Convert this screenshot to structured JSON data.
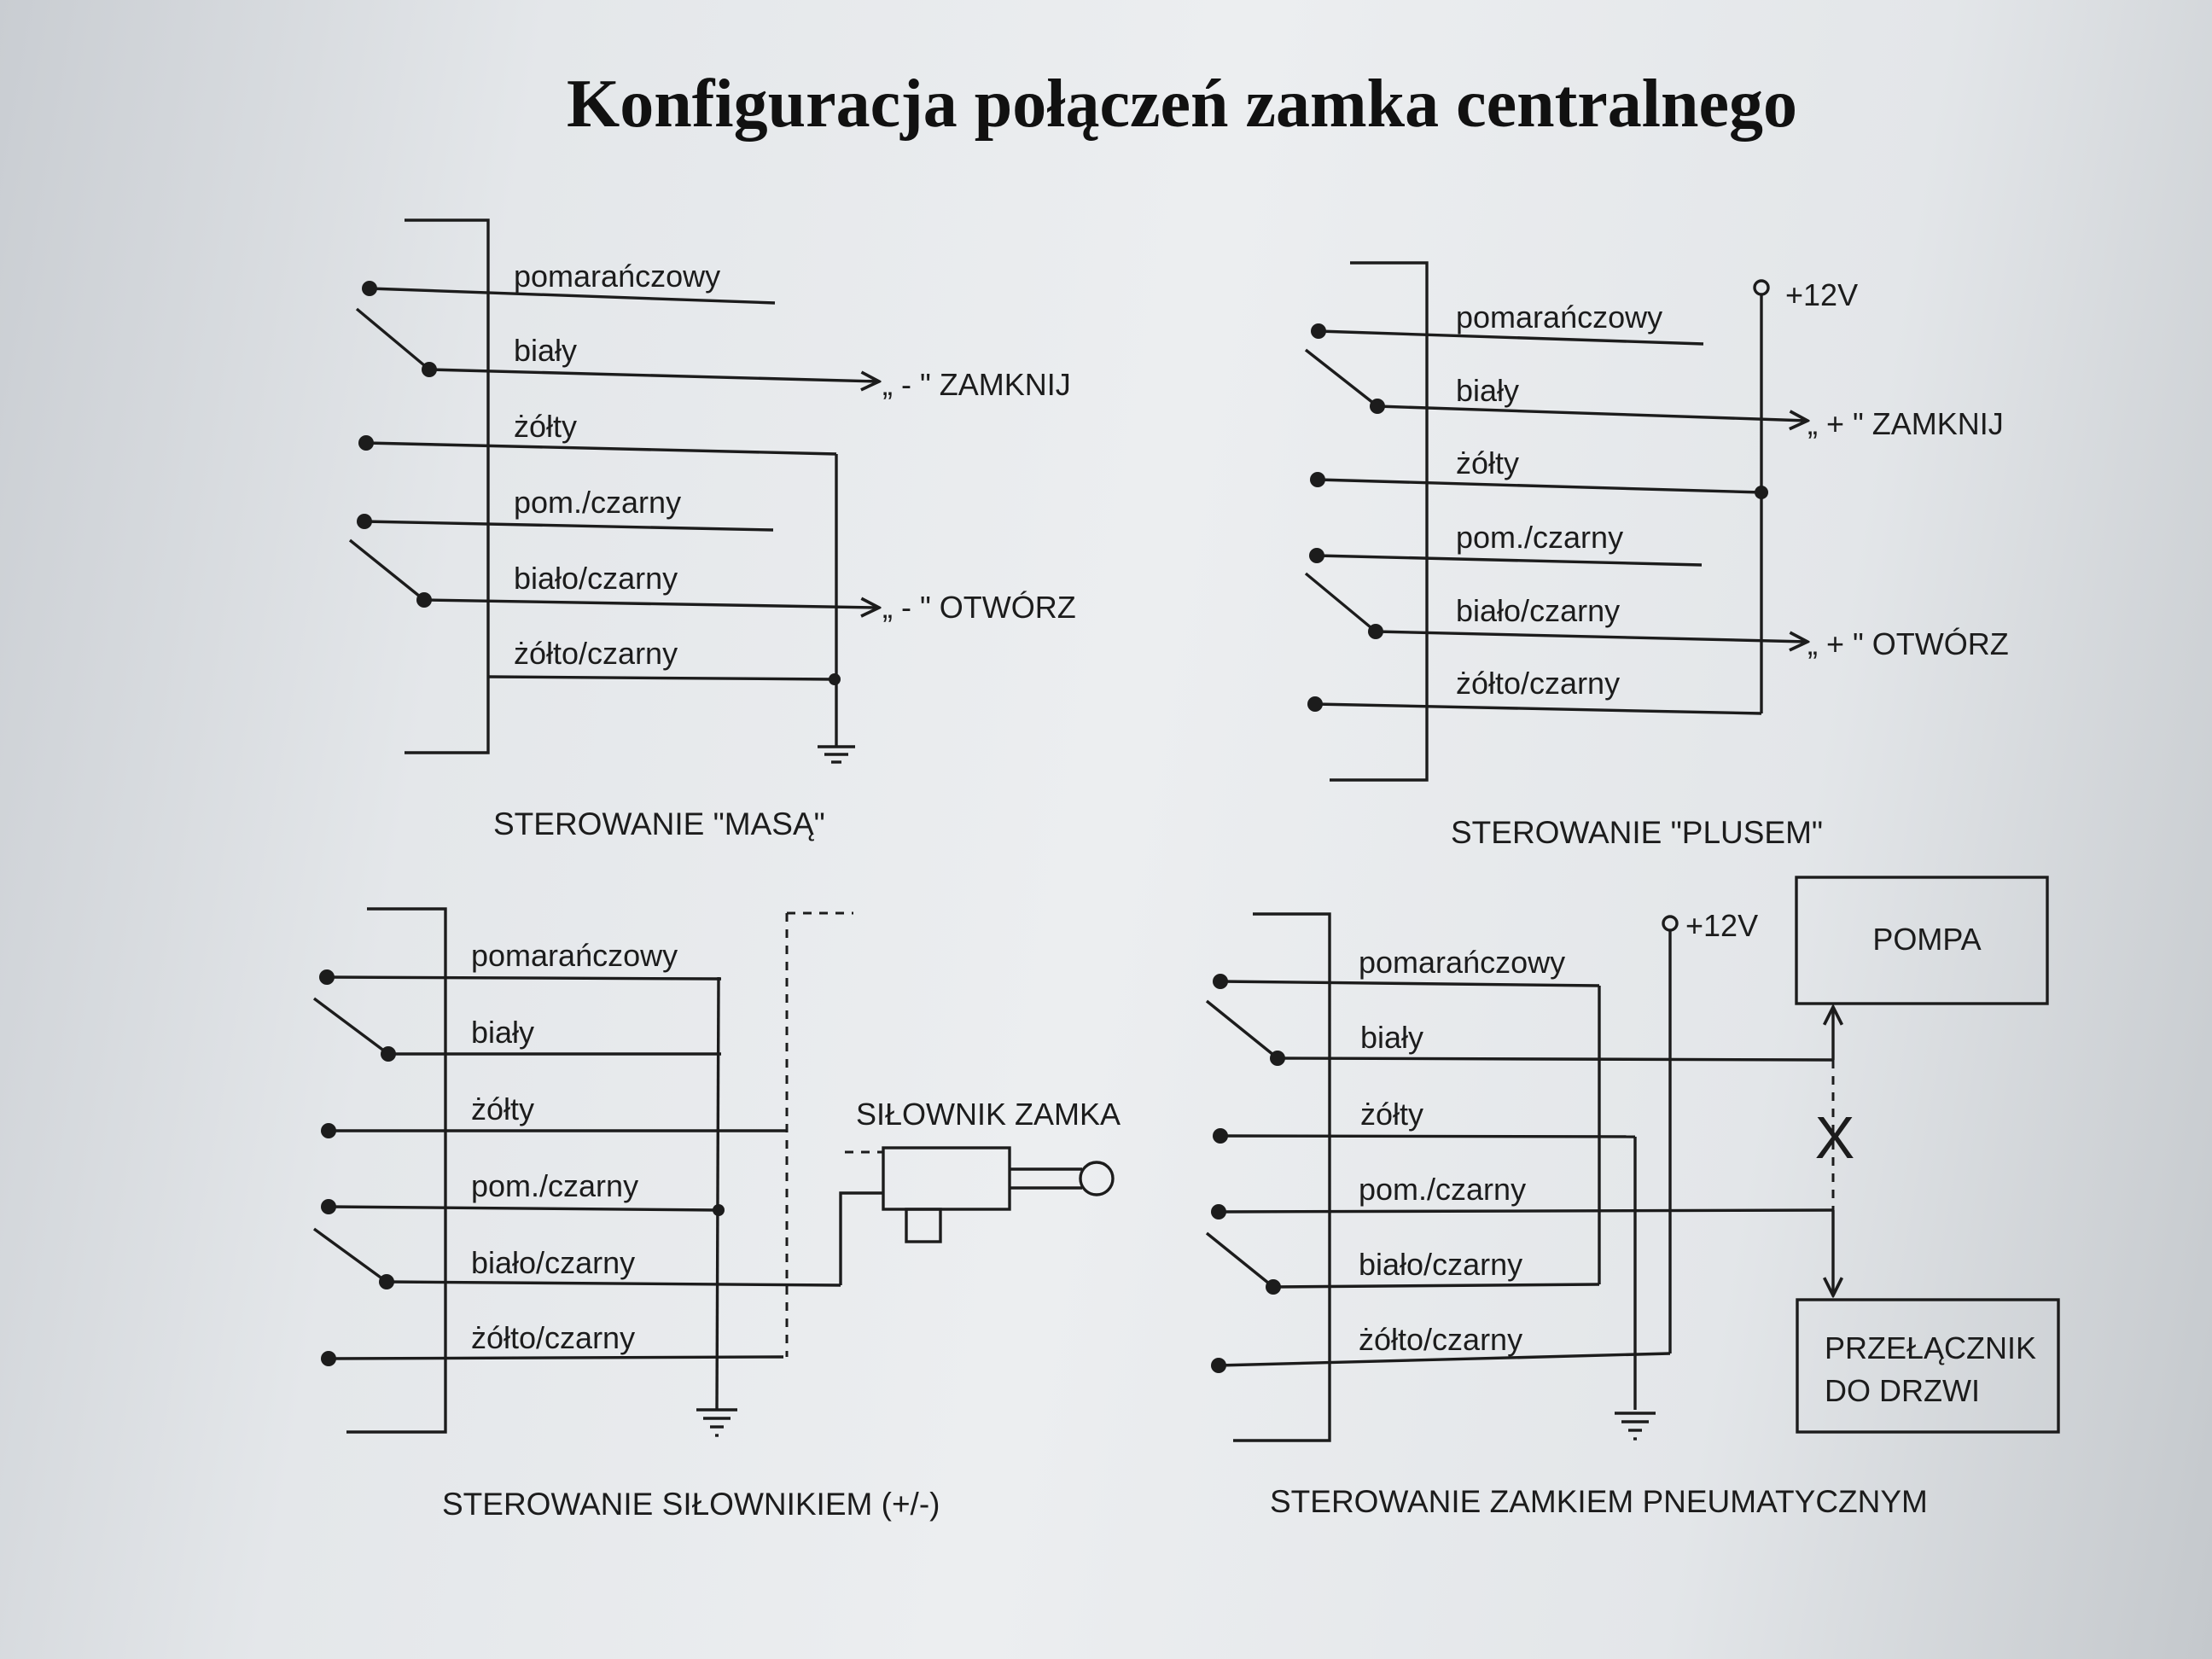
{
  "title": "Konfiguracja połączeń zamka centralnego",
  "wires": [
    "pomarańczowy",
    "biały",
    "żółty",
    "pom./czarny",
    "biało/czarny",
    "żółto/czarny"
  ],
  "panels": {
    "masa": {
      "caption": "STEROWANIE \"MASĄ\"",
      "close_label": "„ - \" ZAMKNIJ",
      "open_label": "„ - \" OTWÓRZ"
    },
    "plus": {
      "caption": "STEROWANIE \"PLUSEM\"",
      "supply_label": "+12V",
      "close_label": "„ + \" ZAMKNIJ",
      "open_label": "„ + \" OTWÓRZ"
    },
    "actuator": {
      "caption": "STEROWANIE SIŁOWNIKIEM (+/-)",
      "device_label": "SIŁOWNIK ZAMKA"
    },
    "pneumatic": {
      "caption": "STEROWANIE ZAMKIEM PNEUMATYCZNYM",
      "supply_label": "+12V",
      "pump_label": "POMPA",
      "switch_label_line1": "PRZEŁĄCZNIK",
      "switch_label_line2": "DO DRZWI",
      "cross_mark": "X"
    }
  }
}
